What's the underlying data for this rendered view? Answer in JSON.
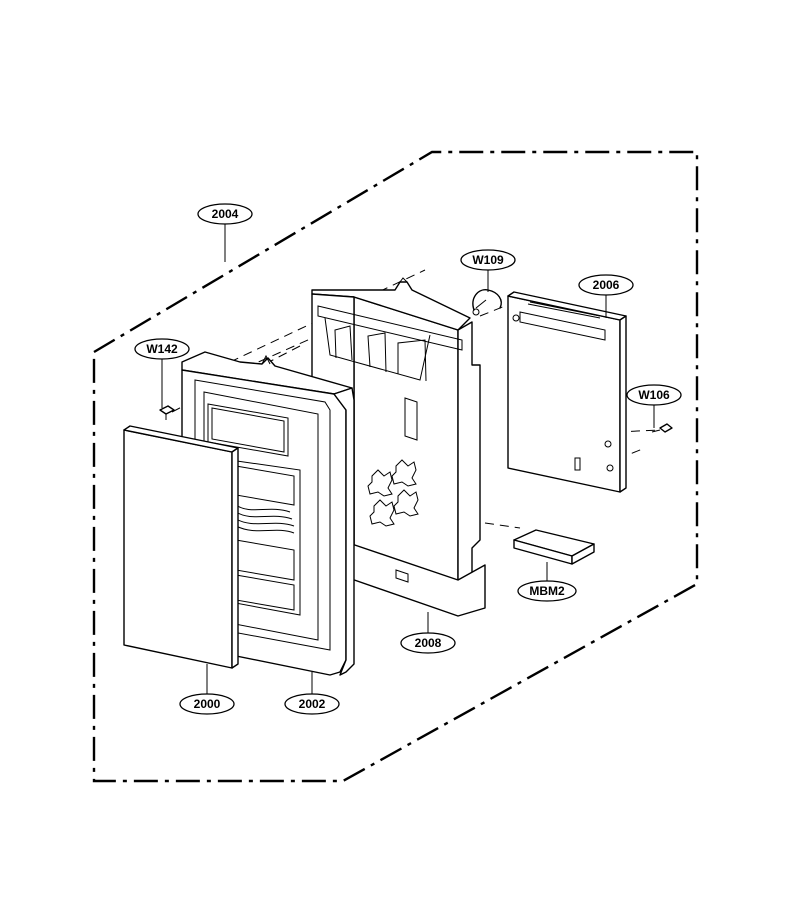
{
  "callouts": {
    "c2004": "2004",
    "c2006": "2006",
    "cW109": "W109",
    "cW142": "W142",
    "cW106": "W106",
    "c2008": "2008",
    "cMBM2": "MBM2",
    "c2000": "2000",
    "c2002": "2002"
  }
}
